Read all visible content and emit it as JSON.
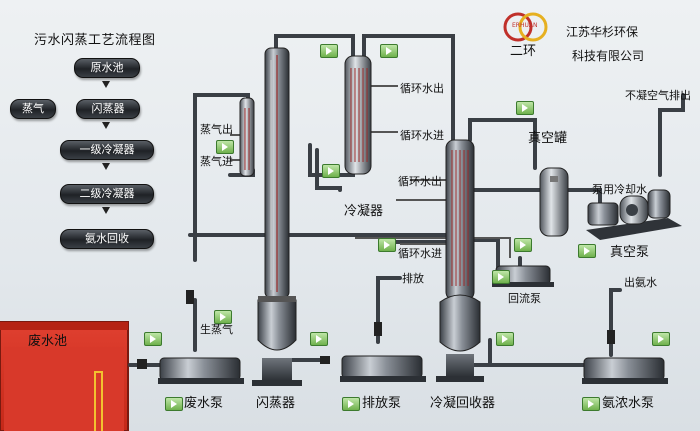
{
  "title": "污水闪蒸工艺流程图",
  "company": {
    "name": "江苏华杉环保",
    "sub": "科技有限公司",
    "logo_text": "二环",
    "logo_mark": "ERHUAN"
  },
  "flow_steps": [
    "原水池",
    "闪蒸器",
    "一级冷凝器",
    "二级冷凝器",
    "氨水回收"
  ],
  "steam_input": "蒸气",
  "labels": {
    "circ_water_out_1": "循环水出",
    "circ_water_in_1": "循环水进",
    "steam_out": "蒸气出",
    "steam_in": "蒸气进",
    "condenser": "冷凝器",
    "circ_water_out_2": "循环水出",
    "circ_water_in_2": "循环水进",
    "vacuum_tank": "真空罐",
    "noncond_gas": "不凝空气排出",
    "pump_cooling": "泵用冷却水",
    "vacuum_pump": "真空泵",
    "discharge": "排放",
    "reflux_pump": "回流泵",
    "ammonia_out": "出氨水",
    "raw_steam": "生蒸气",
    "waste_pool": "废水池",
    "waste_pump": "废水泵",
    "flash_evaporator": "闪蒸器",
    "discharge_pump": "排放泵",
    "condensation_recovery": "冷凝回收器",
    "ammonia_pump": "氨浓水泵"
  }
}
